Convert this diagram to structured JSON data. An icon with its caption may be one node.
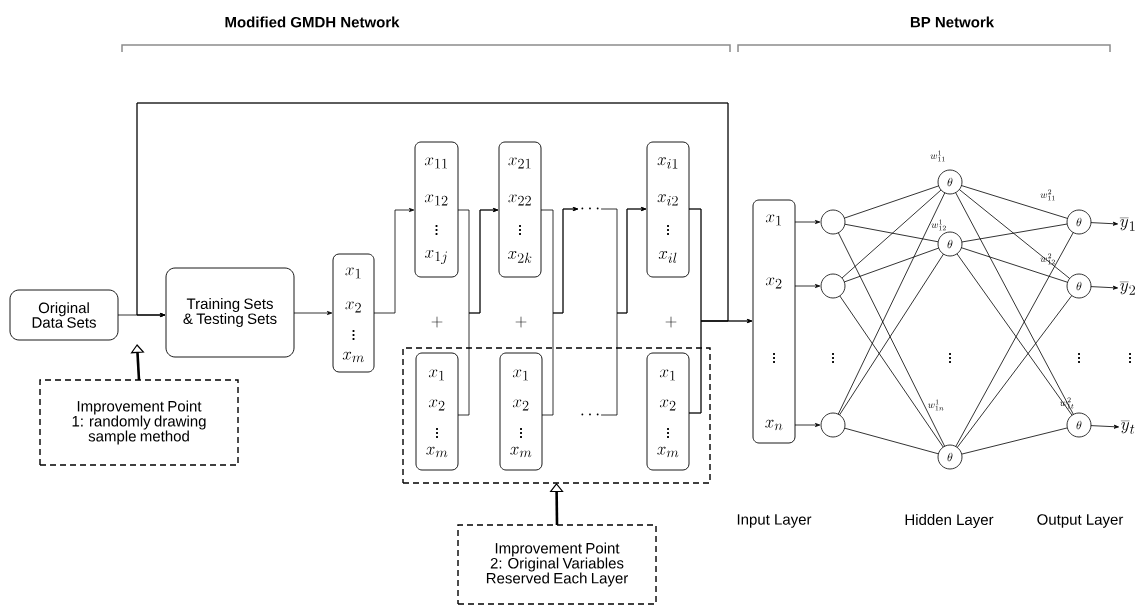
{
  "diagram": {
    "nodes": [
      {
        "text": [
          "Original Data Sets"
        ]
      },
      {
        "text": [
          "Training Sets & Testing Sets"
        ]
      },
      {
        "text": [
          "x_{1}",
          "x_{2}",
          "\\vdots",
          "x_{m}"
        ]
      },
      {
        "text": [
          "x_{11}",
          "x_{12}",
          "\\vdots",
          "x_{1j}"
        ]
      },
      {
        "text": [
          "x_{21}",
          "x_{22}",
          "\\vdots",
          "x_{2k}"
        ]
      },
      {
        "text": [
          "x_{i1}",
          "x_{i2}",
          "\\vdots",
          "x_{il}"
        ]
      },
      {
        "text": [],
        "shape": "box"
      },
      {
        "text": [
          "x_{1}",
          "x_{2}",
          "\\vdots",
          "x_{m}"
        ],
        "in": 6
      },
      {
        "text": [
          "x_{1}",
          "x_{2}",
          "\\vdots",
          "x_{m}"
        ],
        "in": 6
      },
      {
        "text": [
          "x_{1}",
          "x_{2}",
          "\\vdots",
          "x_{m}"
        ],
        "in": 6
      },
      {
        "text": [
          "\\cdots"
        ]
      },
      {
        "text": [
          "\\cdots"
        ],
        "in": 6
      },
      {
        "text": [
          "Improvement Point 1: randomly drawing sample method"
        ]
      },
      {
        "text": [
          "Improvement Point 2: Original Variables Reserved Each Layer"
        ]
      },
      {
        "text": [
          "x_{1}",
          "x_{2}",
          "\\vdots",
          "x_{n}"
        ]
      },
      {
        "text": [],
        "shape": "circle"
      },
      {
        "text": [],
        "shape": "circle"
      },
      {
        "text": [],
        "shape": "circle"
      },
      {
        "text": [
          "\\theta"
        ]
      },
      {
        "text": [
          "\\theta"
        ]
      },
      {
        "text": [
          "\\theta"
        ]
      },
      {
        "text": [
          "\\theta"
        ]
      },
      {
        "text": [
          "\\theta"
        ]
      },
      {
        "text": [
          "\\theta"
        ]
      },
      {
        "text": [
          "\\overline{y}_{1}"
        ]
      },
      {
        "text": [
          "\\overline{y}_{2}"
        ]
      },
      {
        "text": [
          "\\overline{y}_{t}"
        ]
      }
    ],
    "edges": [
      {
        "from": 0,
        "to": 1,
        "arrow": "to"
      },
      {
        "from": 1,
        "to": 2,
        "arrow": "to"
      },
      {
        "from": 2,
        "to": 3,
        "arrow": "to"
      },
      {
        "from": 3,
        "to": 4,
        "arrow": "to"
      },
      {
        "from": 7,
        "to": 4,
        "arrow": "to"
      },
      {
        "from": 4,
        "to": 10,
        "arrow": "to"
      },
      {
        "from": 8,
        "to": 10,
        "arrow": "to"
      },
      {
        "from": 10,
        "to": 5,
        "arrow": "to"
      },
      {
        "from": 11,
        "to": 5,
        "arrow": "to"
      },
      {
        "from": 5,
        "to": 14,
        "arrow": "to"
      },
      {
        "from": 9,
        "to": 14,
        "arrow": "to"
      },
      {
        "from": 5,
        "to": 1,
        "arrow": "to"
      },
      {
        "from": 9,
        "to": 1,
        "arrow": "to"
      },
      {
        "from": 12,
        "to": null,
        "arrow": "to",
        "style": "thick"
      },
      {
        "from": 13,
        "to": 6,
        "arrow": "to",
        "style": "thick"
      },
      {
        "from": 14,
        "to": 15,
        "arrow": "to"
      },
      {
        "from": 14,
        "to": 16,
        "arrow": "to"
      },
      {
        "from": 14,
        "to": 17,
        "arrow": "to"
      },
      {
        "from": 15,
        "to": 18,
        "arrow": "none"
      },
      {
        "from": 15,
        "to": 19,
        "arrow": "none"
      },
      {
        "from": 15,
        "to": 20,
        "arrow": "none"
      },
      {
        "from": 16,
        "to": 18,
        "arrow": "none"
      },
      {
        "from": 16,
        "to": 19,
        "arrow": "none"
      },
      {
        "from": 16,
        "to": 20,
        "arrow": "none"
      },
      {
        "from": 17,
        "to": 18,
        "arrow": "none"
      },
      {
        "from": 17,
        "to": 19,
        "arrow": "none"
      },
      {
        "from": 17,
        "to": 20,
        "arrow": "none"
      },
      {
        "from": 18,
        "to": 21,
        "arrow": "none"
      },
      {
        "from": 18,
        "to": 22,
        "arrow": "none"
      },
      {
        "from": 18,
        "to": 23,
        "arrow": "none"
      },
      {
        "from": 19,
        "to": 21,
        "arrow": "none"
      },
      {
        "from": 19,
        "to": 22,
        "arrow": "none"
      },
      {
        "from": 19,
        "to": 23,
        "arrow": "none"
      },
      {
        "from": 20,
        "to": 21,
        "arrow": "none"
      },
      {
        "from": 20,
        "to": 22,
        "arrow": "none"
      },
      {
        "from": 20,
        "to": 23,
        "arrow": "none"
      },
      {
        "from": 21,
        "to": 24,
        "arrow": "to"
      },
      {
        "from": 22,
        "to": 25,
        "arrow": "to"
      },
      {
        "from": 23,
        "to": 26,
        "arrow": "to"
      }
    ],
    "labels": [
      "Modified GMDH Network",
      "BP Network",
      "w^{1}_{11}",
      "w^{2}_{11}",
      "w^{1}_{12}",
      "w^{2}_{12}",
      "+",
      "+",
      "+",
      "\\vdots",
      "\\vdots",
      "\\vdots",
      "\\vdots",
      "w^{1}_{1n}",
      "w^{2}_{1t}",
      "Input Layer",
      "Hidden Layer",
      "Output Layer"
    ]
  }
}
